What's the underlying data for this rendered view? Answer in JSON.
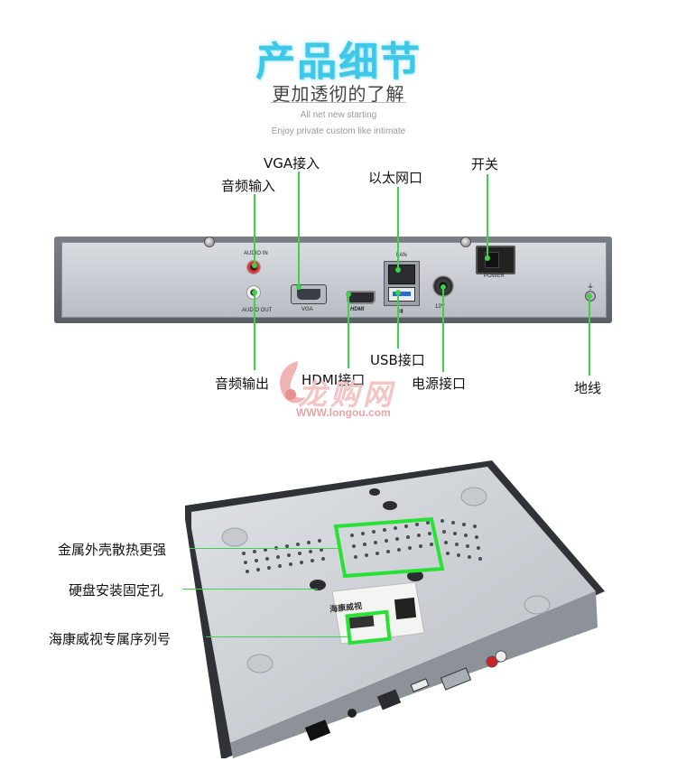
{
  "header": {
    "title": "产品细节",
    "subtitle": "更加透彻的了解",
    "tagline_1": "All net new starting",
    "tagline_2": "Enjoy private custom like intimate"
  },
  "back_panel": {
    "callouts": {
      "vga_in": "VGA接入",
      "audio_in": "音频输入",
      "lan": "以太网口",
      "power_switch": "开关",
      "usb": "USB接口",
      "audio_out": "音频输出",
      "hdmi": "HDMI接口",
      "dc_power": "电源接口",
      "ground": "地线"
    },
    "port_labels": {
      "audio_in": "AUDIO IN",
      "audio_out": "AUDIO OUT",
      "vga": "VGA",
      "hdmi": "HDMI",
      "lan": "LAN",
      "power": "POWER",
      "voltage": "12V"
    }
  },
  "watermark": {
    "text": "龙购网",
    "url": "WWW.longou.com"
  },
  "bottom_view": {
    "callouts": {
      "heat": "金属外壳散热更强",
      "hdd_holes": "硬盘安装固定孔",
      "serial": "海康威视专属序列号"
    },
    "sticker_brand": "海康威视"
  },
  "colors": {
    "title": "#3cc8e6",
    "callout_line": "#3dd24a",
    "panel": "#c8ccd2"
  }
}
